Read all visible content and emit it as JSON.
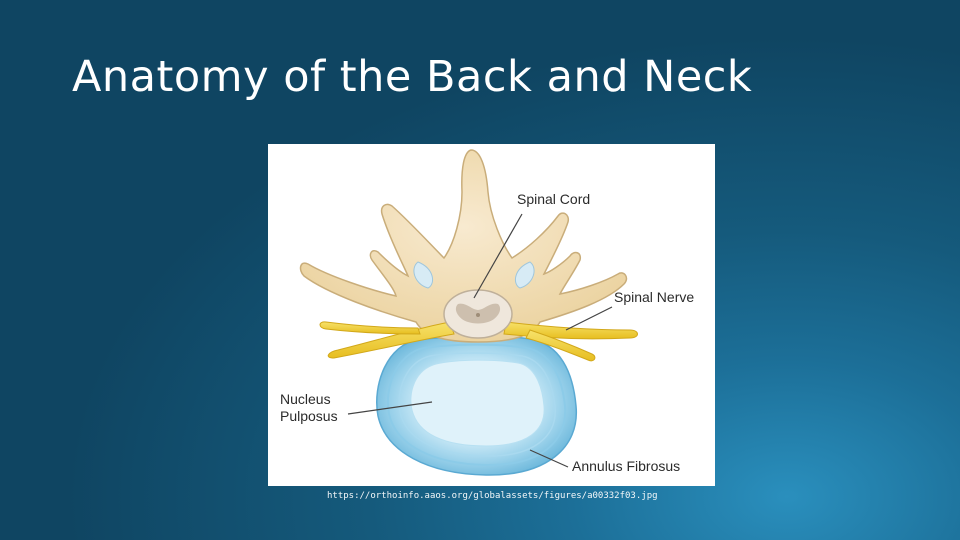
{
  "slide": {
    "title": "Anatomy of the Back and Neck",
    "source_url": "https://orthoinfo.aaos.org/globalassets/figures/a00332f03.jpg"
  },
  "figure": {
    "labels": {
      "spinal_cord": "Spinal Cord",
      "spinal_nerve": "Spinal Nerve",
      "nucleus_line1": "Nucleus",
      "nucleus_line2": "Pulposus",
      "annulus_fibrosus": "Annulus Fibrosus"
    }
  },
  "colors": {
    "background_dark": "#0f4562",
    "background_light": "#2a8fbd",
    "title_text": "#ffffff",
    "bone": "#f3dfb0",
    "bone_outline": "#c9ad7a",
    "nerve": "#f2d23a",
    "disc_outer": "#8fcae6",
    "disc_inner": "#d6eef8",
    "label_text": "#2b2b2b"
  }
}
